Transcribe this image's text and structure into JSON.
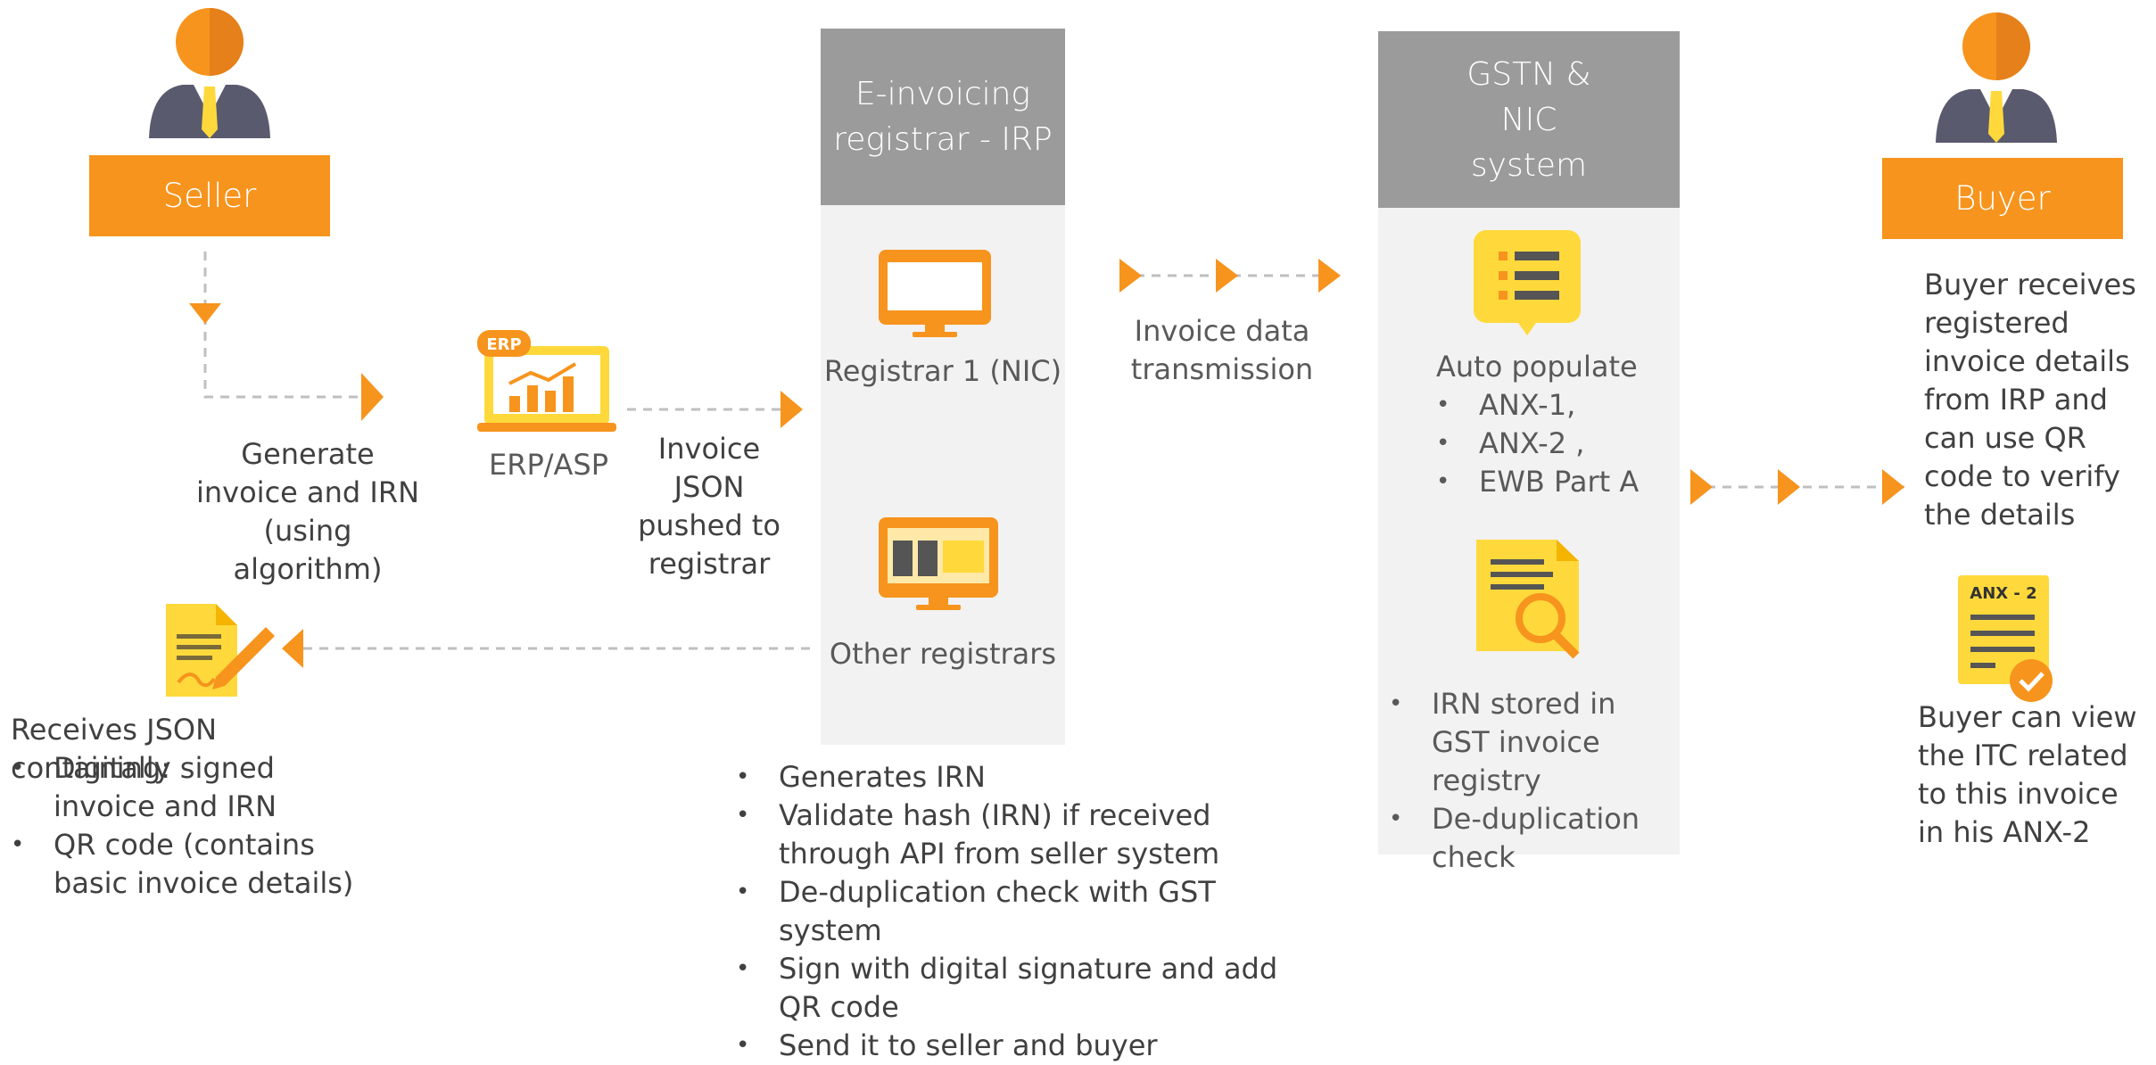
{
  "colors": {
    "orange": "#F7941D",
    "panel_header": "#9B9B9B",
    "panel_body": "#F2F2F2",
    "arrow_dash": "#BFBFBF",
    "icon_yellow": "#FFD93B"
  },
  "seller": {
    "label": "Seller",
    "step_text": "Generate invoice and IRN (using algorithm)",
    "receives_title": "Receives JSON containing:",
    "receives_items": [
      "Digitally signed invoice and IRN",
      "QR code (contains basic invoice details)"
    ]
  },
  "erp": {
    "badge": "ERP",
    "label": "ERP/ASP",
    "pushed_text": "Invoice JSON pushed to registrar"
  },
  "irp": {
    "title": "E-invoicing registrar - IRP",
    "registrar1": "Registrar 1 (NIC)",
    "other": "Other registrars",
    "steps": [
      "Generates IRN",
      "Validate hash (IRN) if received through API from seller system",
      "De-duplication check with GST system",
      "Sign with digital signature and add QR code",
      "Send it to seller and buyer"
    ]
  },
  "transmission": {
    "label": "Invoice data transmission"
  },
  "gstn": {
    "title": "GSTN & NIC system",
    "auto_title": "Auto populate",
    "auto_items": [
      "ANX-1,",
      "ANX-2 ,",
      "EWB Part A"
    ],
    "storage_items": [
      "IRN stored in GST invoice registry",
      "De-duplication check"
    ]
  },
  "buyer": {
    "label": "Buyer",
    "receives_text": "Buyer receives registered invoice details from IRP and can use QR code to verify the details",
    "anx_badge": "ANX - 2",
    "view_text": "Buyer can view the ITC related to this invoice in his ANX-2"
  }
}
